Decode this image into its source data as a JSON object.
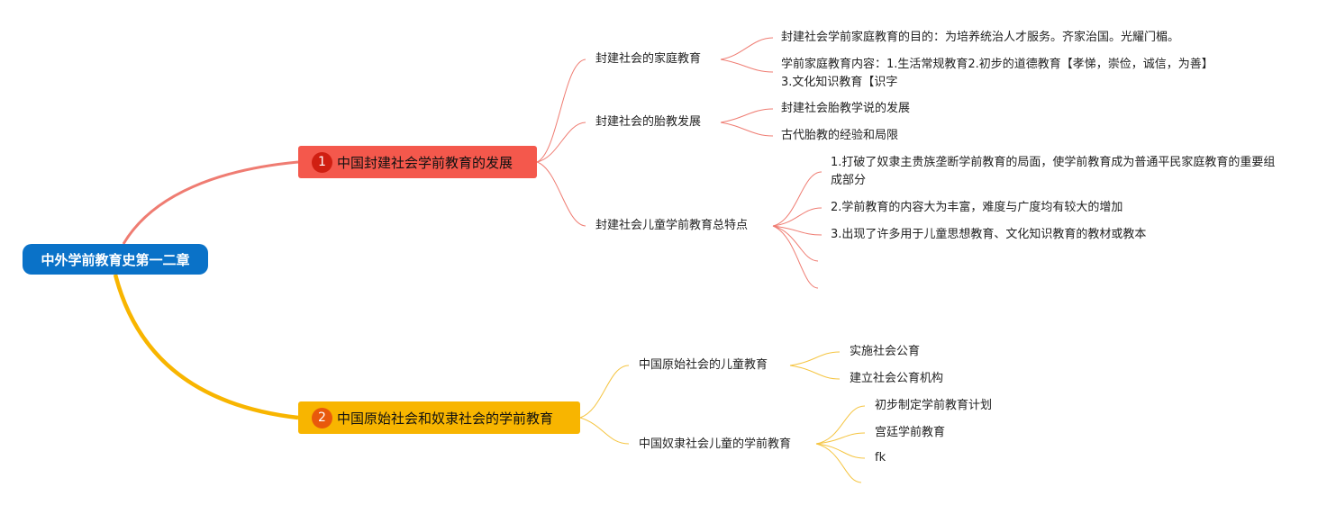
{
  "colors": {
    "root": "#0a72c8",
    "branch1": "#f4584c",
    "branch1_badge": "#d01f12",
    "branch2": "#f8b500",
    "branch2_badge": "#e8590c",
    "line1": "#ef7c72",
    "line2": "#f5c542"
  },
  "root": {
    "label": "中外学前教育史第一二章"
  },
  "branch1": {
    "badge": "1",
    "label": "中国封建社会学前教育的发展",
    "sub1": {
      "label": "封建社会的家庭教育",
      "leaves": [
        "封建社会学前家庭教育的目的：为培养统治人才服务。齐家治国。光耀门楣。",
        "学前家庭教育内容：1.生活常规教育2.初步的道德教育【孝悌，崇俭，诚信，为善】3.文化知识教育【识字"
      ]
    },
    "sub2": {
      "label": "封建社会的胎教发展",
      "leaves": [
        "封建社会胎教学说的发展",
        "古代胎教的经验和局限"
      ]
    },
    "sub3": {
      "label": "封建社会儿童学前教育总特点",
      "leaves": [
        "1.打破了奴隶主贵族垄断学前教育的局面，使学前教育成为普通平民家庭教育的重要组成部分",
        "2.学前教育的内容大为丰富，难度与广度均有较大的增加",
        "3.出现了许多用于儿童思想教育、文化知识教育的教材或教本"
      ]
    }
  },
  "branch2": {
    "badge": "2",
    "label": "中国原始社会和奴隶社会的学前教育",
    "sub1": {
      "label": "中国原始社会的儿童教育",
      "leaves": [
        "实施社会公育",
        "建立社会公育机构"
      ]
    },
    "sub2": {
      "label": "中国奴隶社会儿童的学前教育",
      "leaves": [
        "初步制定学前教育计划",
        "宫廷学前教育",
        "fk"
      ]
    }
  }
}
